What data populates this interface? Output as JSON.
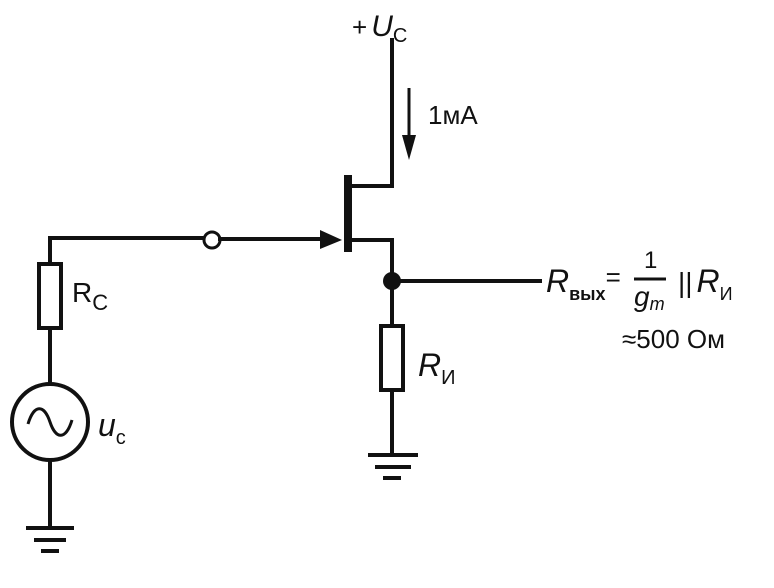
{
  "supply": {
    "sign": "+",
    "symbol": "U",
    "subscript": "C"
  },
  "drain_current": "1мА",
  "source_resistor": {
    "symbol": "R",
    "subscript": "C"
  },
  "load_resistor": {
    "symbol": "R",
    "subscript": "И"
  },
  "signal_source": {
    "symbol": "u",
    "subscript": "c"
  },
  "output_formula": {
    "lhs_symbol": "R",
    "lhs_subscript": "вых",
    "equals": "=",
    "numerator": "1",
    "denominator_symbol": "g",
    "denominator_subscript": "m",
    "parallel": "||",
    "rhs_symbol": "R",
    "rhs_subscript": "И",
    "result": "≈500 Ом"
  }
}
